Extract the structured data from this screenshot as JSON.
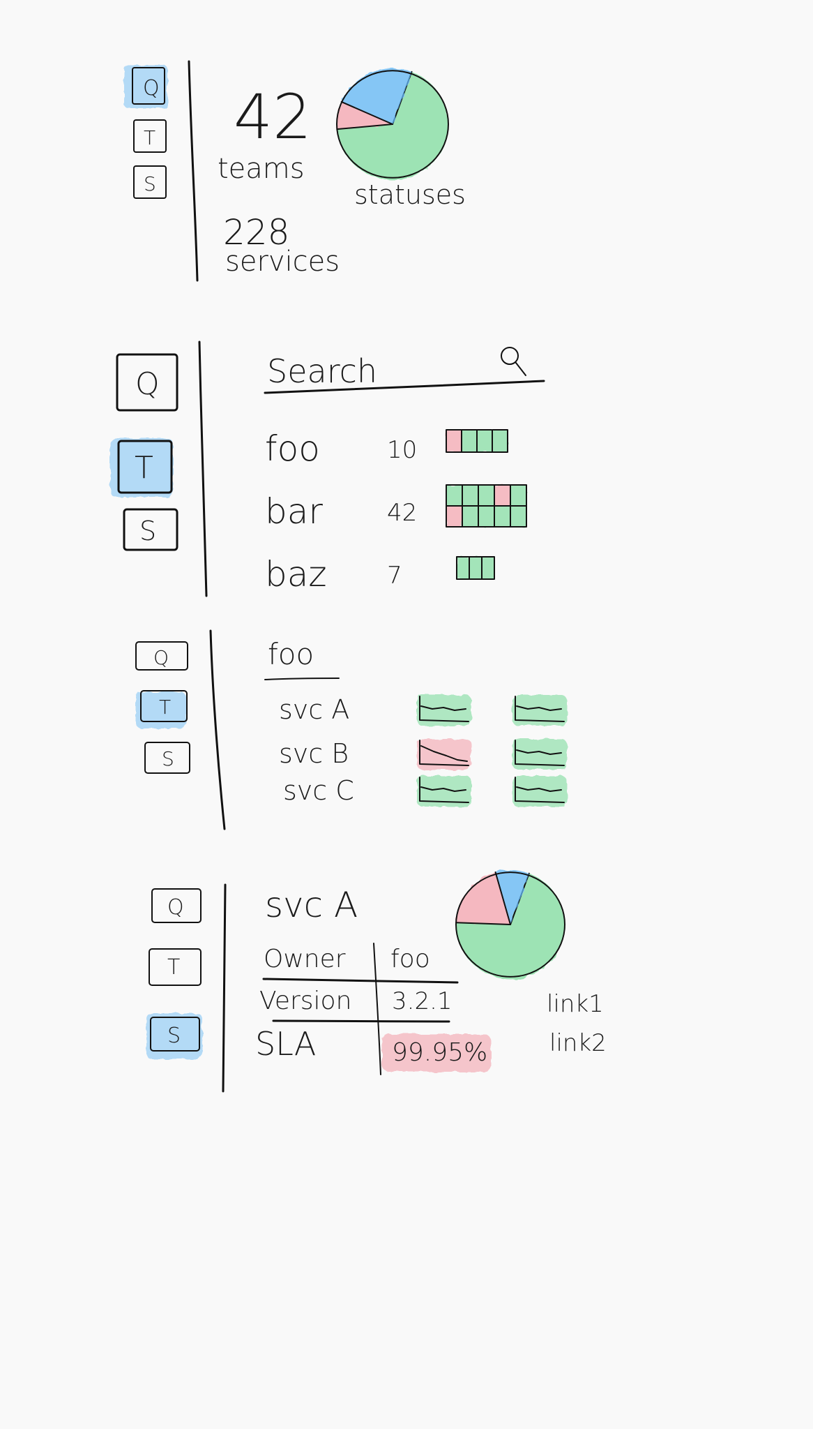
{
  "colors": {
    "green": "#7fdc9e",
    "red": "#f4a3ad",
    "blue": "#5fb6f4",
    "ink": "#111111",
    "paper": "#f9f9f9"
  },
  "nav_icons": [
    "search-icon",
    "teams-icon",
    "services-icon"
  ],
  "nav_letters": {
    "search": "Q",
    "teams": "T",
    "services": "S"
  },
  "screens": {
    "overview": {
      "active_nav": "search",
      "teams_count": "42",
      "teams_label": "teams",
      "services_count": "228",
      "services_label": "services",
      "statuses_label": "statuses",
      "statuses_pie": [
        {
          "status": "ok",
          "color": "green",
          "share": 0.68
        },
        {
          "status": "failing",
          "color": "red",
          "share": 0.08
        },
        {
          "status": "warning",
          "color": "blue",
          "share": 0.24
        }
      ]
    },
    "teams_list": {
      "active_nav": "teams",
      "search_placeholder": "Search",
      "teams": [
        {
          "name": "foo",
          "count": "10",
          "statuses": [
            "red",
            "green",
            "green",
            "green"
          ]
        },
        {
          "name": "bar",
          "count": "42",
          "statuses": [
            "green",
            "green",
            "green",
            "red",
            "green",
            "red",
            "green",
            "green",
            "green",
            "green"
          ]
        },
        {
          "name": "baz",
          "count": "7",
          "statuses": [
            "green",
            "green",
            "green"
          ]
        }
      ]
    },
    "team_detail": {
      "active_nav": "teams",
      "team_name": "foo",
      "services": [
        {
          "name": "svc A",
          "status_1": "green",
          "status_2": "green"
        },
        {
          "name": "svc B",
          "status_1": "red",
          "status_2": "green"
        },
        {
          "name": "svc C",
          "status_1": "green",
          "status_2": "green"
        }
      ]
    },
    "service_detail": {
      "active_nav": "services",
      "service_name": "svc A",
      "owner_label": "Owner",
      "owner_value": "foo",
      "version_label": "Version",
      "version_value": "3.2.1",
      "sla_label": "SLA",
      "sla_value": "99.95%",
      "links": [
        "link1",
        "link2"
      ],
      "status_pie": [
        {
          "status": "ok",
          "color": "green",
          "share": 0.7
        },
        {
          "status": "failing",
          "color": "red",
          "share": 0.2
        },
        {
          "status": "warning",
          "color": "blue",
          "share": 0.1
        }
      ]
    }
  }
}
